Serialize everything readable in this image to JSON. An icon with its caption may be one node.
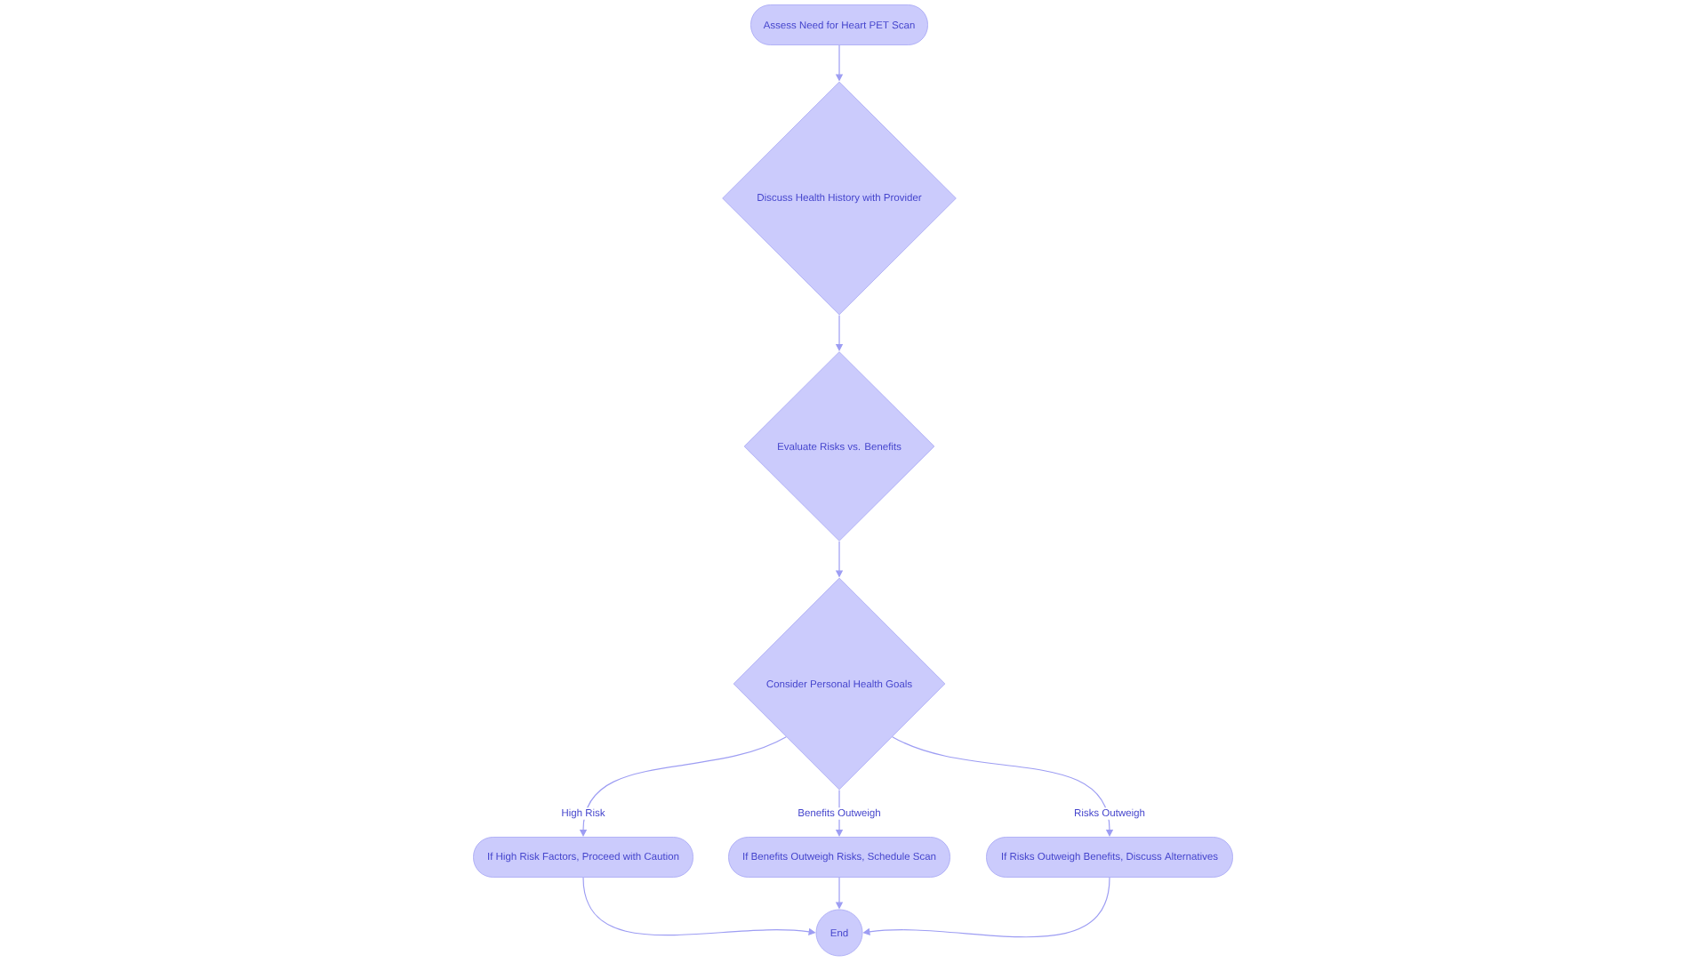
{
  "diagram": {
    "nodes": [
      {
        "text": [
          "Assess Need for Heart PET Scan"
        ]
      },
      {
        "text": [
          "Discuss Health History with Provider"
        ]
      },
      {
        "text": [
          "Evaluate Risks vs. Benefits"
        ]
      },
      {
        "text": [
          "Consider Personal Health Goals"
        ]
      },
      {
        "text": [
          "If High Risk Factors, Proceed with Caution"
        ]
      },
      {
        "text": [
          "If Benefits Outweigh Risks, Schedule Scan"
        ]
      },
      {
        "text": [
          "If Risks Outweigh Benefits, Discuss Alternatives"
        ]
      },
      {
        "text": [
          "End"
        ]
      }
    ],
    "edges": [
      {
        "from": 0,
        "to": 1,
        "arrow": "to"
      },
      {
        "from": 1,
        "to": 2,
        "arrow": "to"
      },
      {
        "from": 2,
        "to": 3,
        "arrow": "to"
      },
      {
        "from": 3,
        "to": 4,
        "arrow": "to",
        "label": "High Risk"
      },
      {
        "from": 3,
        "to": 5,
        "arrow": "to",
        "label": "Benefits Outweigh"
      },
      {
        "from": 3,
        "to": 6,
        "arrow": "to",
        "label": "Risks Outweigh"
      },
      {
        "from": 4,
        "to": 7,
        "arrow": "to"
      },
      {
        "from": 5,
        "to": 7,
        "arrow": "to"
      },
      {
        "from": 6,
        "to": 7,
        "arrow": "to"
      }
    ]
  }
}
